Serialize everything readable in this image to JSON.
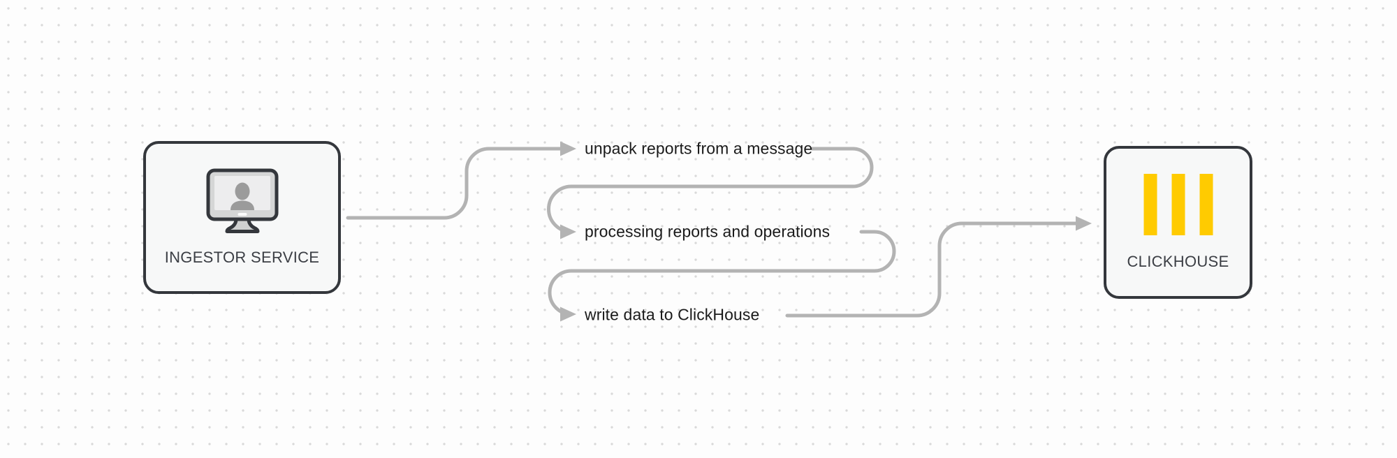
{
  "diagram": {
    "nodes": {
      "ingestor": {
        "label": "INGESTOR SERVICE",
        "icon": "monitor-user-icon"
      },
      "clickhouse": {
        "label": "CLICKHOUSE",
        "icon": "clickhouse-logo-icon"
      }
    },
    "steps": [
      {
        "label": "unpack reports from a message"
      },
      {
        "label": "processing reports and operations"
      },
      {
        "label": "write data to ClickHouse"
      }
    ],
    "colors": {
      "connector": "#b3b3b3",
      "node_border": "#34373c",
      "node_fill": "#f7f8f8",
      "node_text": "#3b3e44",
      "step_text": "#1a1a1a",
      "clickhouse_yellow": "#ffcb01",
      "background": "#fdfdfd",
      "grid_dot": "#d9d9d9"
    }
  }
}
